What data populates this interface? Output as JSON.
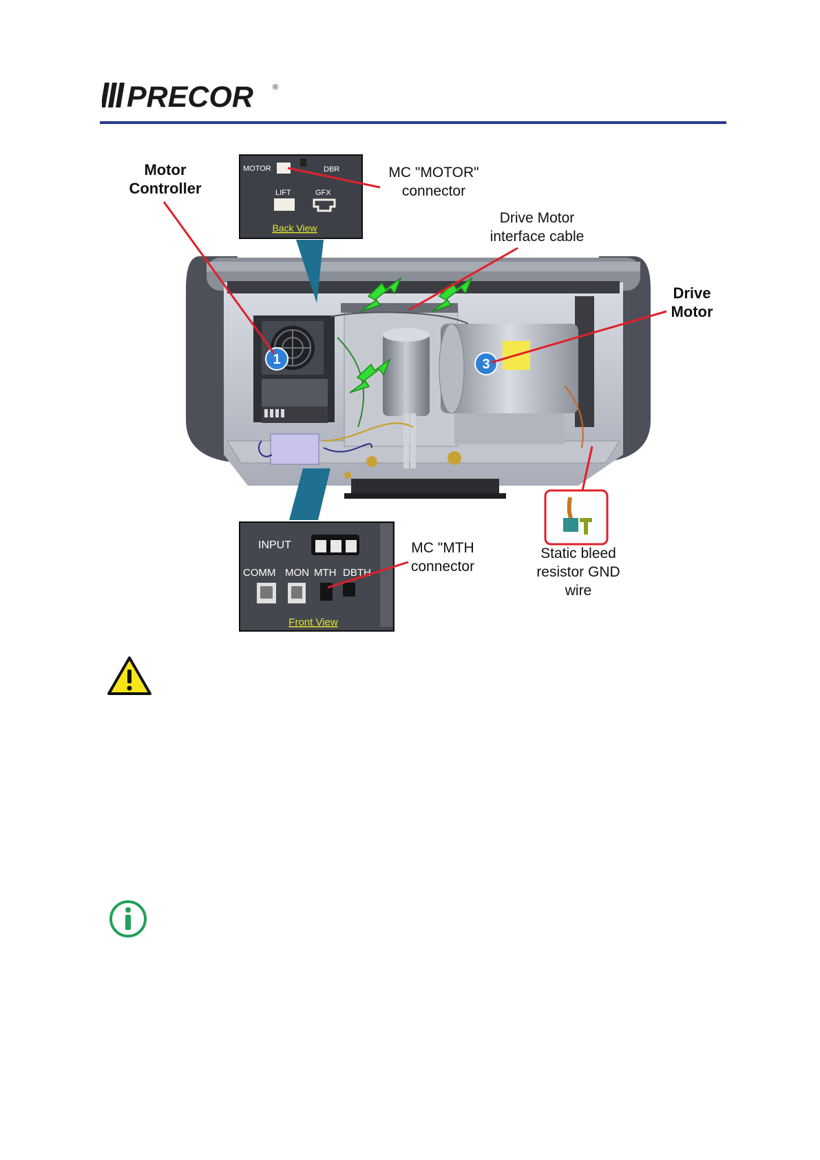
{
  "header": {
    "brand": "PRECOR",
    "registered": "®"
  },
  "figure": {
    "labels": {
      "motor_controller": [
        "Motor",
        "Controller"
      ],
      "mc_motor_connector": [
        "MC \"MOTOR\"",
        "connector"
      ],
      "drive_motor_cable": [
        "Drive Motor",
        "interface cable"
      ],
      "drive_motor": [
        "Drive",
        "Motor"
      ],
      "mc_mth_connector": [
        "MC \"MTH",
        "connector"
      ],
      "static_bleed": [
        "Static bleed",
        "resistor GND",
        "wire"
      ]
    },
    "back_view_inset": {
      "caption": "Back View",
      "motor": "MOTOR",
      "dbr": "DBR",
      "lift": "LIFT",
      "gfx": "GFX"
    },
    "front_view_inset": {
      "caption": "Front View",
      "input": "INPUT",
      "comm": "COMM",
      "mon": "MON",
      "mth": "MTH",
      "dbth": "DBTH"
    },
    "callouts": [
      "1",
      "3"
    ]
  },
  "icons": {
    "warning": "warning-triangle-icon",
    "info": "info-circle-icon"
  },
  "colors": {
    "rule": "#2a3a8a",
    "callout_line": "#e0202a",
    "arrow": "#33dd33",
    "callout_badge": "#2f7fd6"
  }
}
